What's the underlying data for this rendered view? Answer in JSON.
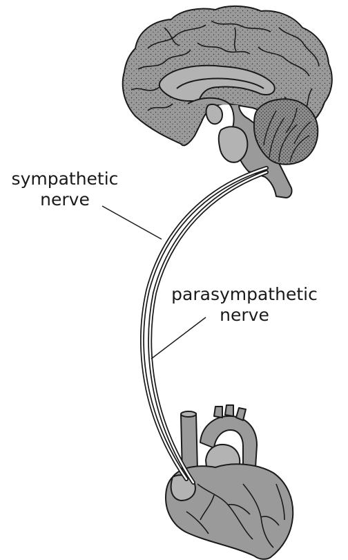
{
  "labels": {
    "sympathetic_line1": "sympathetic",
    "sympathetic_line2": "nerve",
    "parasympathetic_line1": "parasympathetic",
    "parasympathetic_line2": "nerve"
  },
  "colors": {
    "tissue_fill": "#9a9a9a",
    "tissue_light": "#b3b3b3",
    "outline": "#1a1a1a",
    "nerve_fill": "#ffffff"
  }
}
